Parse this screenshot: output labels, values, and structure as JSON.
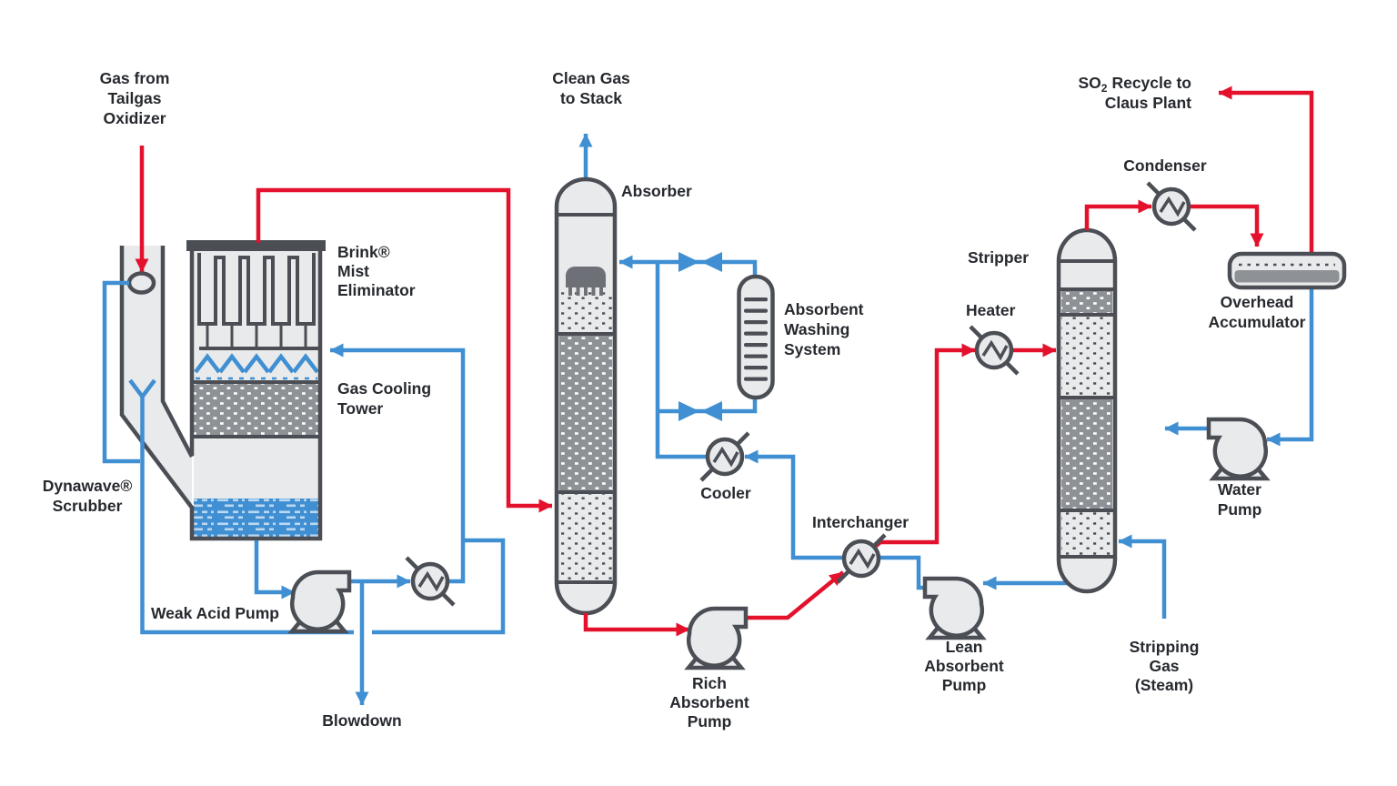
{
  "colors": {
    "red": "#e4112d",
    "blue": "#3f8fd2",
    "ink": "#4b4f55",
    "metal": "#e9eaeb",
    "packdark": "#8e9297",
    "liquidlight": "#bcd9f1",
    "distributor": "#6d7177",
    "text": "#26292e",
    "bg": "#ffffff"
  },
  "labels": {
    "gas_from_tailgas": [
      "Gas from",
      "Tailgas",
      "Oxidizer"
    ],
    "brink": [
      "Brink®",
      "Mist",
      "Eliminator"
    ],
    "gas_cooling_tower": [
      "Gas Cooling",
      "Tower"
    ],
    "dynawave": [
      "Dynawave®",
      "Scrubber"
    ],
    "weak_acid_pump": "Weak Acid Pump",
    "blowdown": "Blowdown",
    "clean_gas": [
      "Clean Gas",
      "to Stack"
    ],
    "absorber": "Absorber",
    "absorbent_washing": [
      "Absorbent",
      "Washing",
      "System"
    ],
    "cooler": "Cooler",
    "interchanger": "Interchanger",
    "rich_pump": [
      "Rich",
      "Absorbent",
      "Pump"
    ],
    "lean_pump": [
      "Lean",
      "Absorbent",
      "Pump"
    ],
    "stripping_gas": [
      "Stripping",
      "Gas",
      "(Steam)"
    ],
    "water_pump": [
      "Water",
      "Pump"
    ],
    "stripper": "Stripper",
    "heater": "Heater",
    "condenser": "Condenser",
    "so2_recycle": {
      "so": "SO",
      "sub": "2",
      "rest": "Recycle to",
      "line2": "Claus Plant"
    },
    "overhead_accumulator": [
      "Overhead",
      "Accumulator"
    ]
  }
}
